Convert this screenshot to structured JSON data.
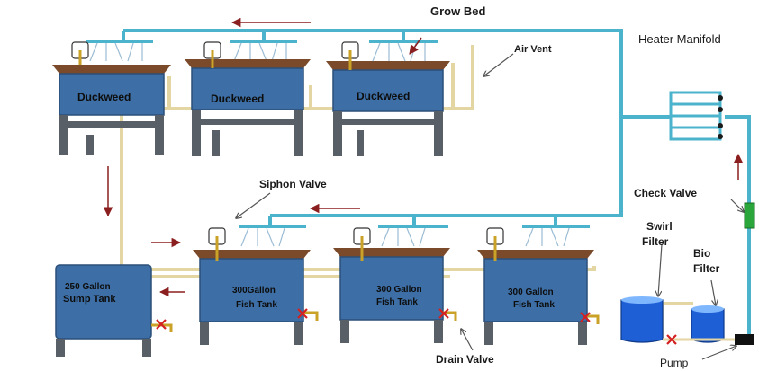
{
  "labels": {
    "grow_bed": "Grow Bed",
    "heater_manifold": "Heater Manifold",
    "air_vent": "Air Vent",
    "siphon_valve": "Siphon Valve",
    "check_valve": "Check Valve",
    "swirl_filter_1": "Swirl",
    "swirl_filter_2": "Filter",
    "bio_filter_1": "Bio",
    "bio_filter_2": "Filter",
    "drain_valve": "Drain Valve",
    "pump": "Pump"
  },
  "grow_beds": [
    {
      "label": "Duckweed"
    },
    {
      "label": "Duckweed"
    },
    {
      "label": "Duckweed"
    }
  ],
  "sump": {
    "line1": "250 Gallon",
    "line2": "Sump Tank"
  },
  "fish_tanks": [
    {
      "line1": "300Gallon",
      "line2": "Fish Tank"
    },
    {
      "line1": "300 Gallon",
      "line2": "Fish Tank"
    },
    {
      "line1": "300 Gallon",
      "line2": "Fish Tank"
    }
  ],
  "colors": {
    "tank_blue": "#3d6fa6",
    "stand_gray": "#585f66",
    "pipe_blue": "#4bb3cc",
    "pipe_tan": "#e3d6a3",
    "tray_brown": "#7a4a2b",
    "arrow_red": "#8b1f1f",
    "filter_blue": "#1f5fd6",
    "check_valve_green": "#2aa63a"
  }
}
